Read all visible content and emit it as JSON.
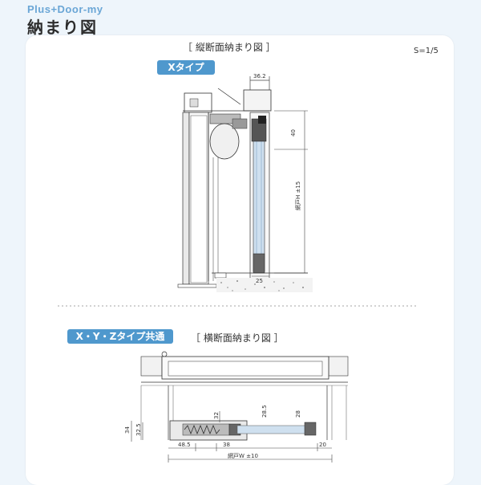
{
  "header": {
    "brand": "Plus+Door-my",
    "title": "納まり図"
  },
  "vertical": {
    "heading": "［ 縦断面納まり図 ］",
    "scale": "S=1/5",
    "type_label": "Xタイプ",
    "dims": {
      "top": "36.2",
      "right_upper": "40",
      "height": "網戸H ±15",
      "bottom": "25"
    }
  },
  "horizontal": {
    "type_label": "X・Y・Zタイプ共通",
    "heading": "［ 横断面納まり図 ］",
    "dims": {
      "d34": "34",
      "d325": "32.5",
      "d485": "48.5",
      "d38": "38",
      "d20": "20",
      "d32": "32",
      "d285": "28.5",
      "d28": "28",
      "width": "網戸W ±10"
    }
  }
}
